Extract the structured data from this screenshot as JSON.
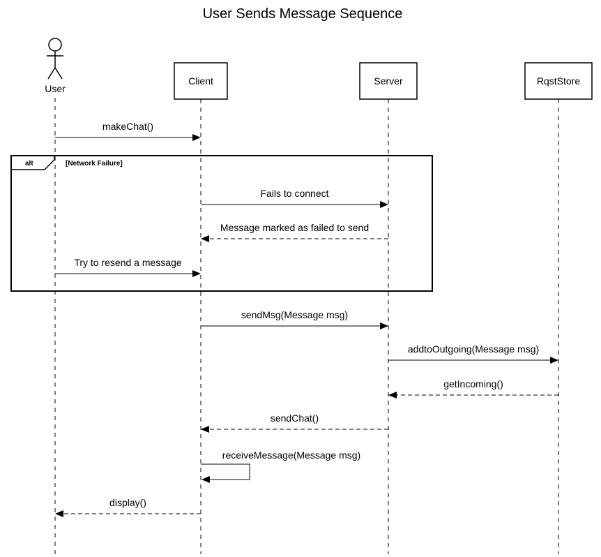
{
  "title": "User Sends Message Sequence",
  "participants": [
    {
      "id": "user",
      "label": "User",
      "kind": "actor"
    },
    {
      "id": "client",
      "label": "Client",
      "kind": "box"
    },
    {
      "id": "server",
      "label": "Server",
      "kind": "box"
    },
    {
      "id": "rqststore",
      "label": "RqstStore",
      "kind": "box"
    }
  ],
  "fragment": {
    "operator": "alt",
    "guard": "[Network Failure]"
  },
  "messages": [
    {
      "from": "user",
      "to": "client",
      "label": "makeChat()",
      "style": "solid"
    },
    {
      "from": "client",
      "to": "server",
      "label": "Fails to connect",
      "style": "solid"
    },
    {
      "from": "server",
      "to": "client",
      "label": "Message marked as failed to send",
      "style": "dashed"
    },
    {
      "from": "user",
      "to": "client",
      "label": "Try to resend a message",
      "style": "solid"
    },
    {
      "from": "client",
      "to": "server",
      "label": "sendMsg(Message msg)",
      "style": "solid"
    },
    {
      "from": "server",
      "to": "rqststore",
      "label": "addtoOutgoing(Message msg)",
      "style": "solid"
    },
    {
      "from": "rqststore",
      "to": "server",
      "label": "getIncoming()",
      "style": "dashed"
    },
    {
      "from": "server",
      "to": "client",
      "label": "sendChat()",
      "style": "dashed"
    },
    {
      "from": "client",
      "to": "client",
      "label": "receiveMessage(Message msg)",
      "style": "solid"
    },
    {
      "from": "client",
      "to": "user",
      "label": "display()",
      "style": "dashed"
    }
  ]
}
